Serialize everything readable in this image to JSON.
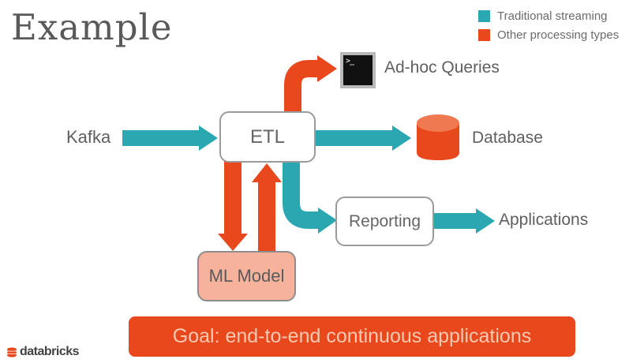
{
  "slide": {
    "title": "Example"
  },
  "legend": {
    "items": [
      {
        "label": "Traditional streaming",
        "color": "#2AA7B0"
      },
      {
        "label": "Other processing types",
        "color": "#E8481C"
      }
    ]
  },
  "diagram": {
    "colors": {
      "streaming_teal": "#2AA7B0",
      "processing_orange": "#E8481C",
      "ml_model_fill": "#F6B29B",
      "database_top": "#EF7A52"
    },
    "nodes": {
      "kafka": {
        "label": "Kafka"
      },
      "etl": {
        "label": "ETL"
      },
      "adhoc_queries": {
        "label": "Ad-hoc Queries"
      },
      "database": {
        "label": "Database"
      },
      "reporting": {
        "label": "Reporting"
      },
      "applications": {
        "label": "Applications"
      },
      "ml_model": {
        "label": "ML Model"
      }
    },
    "icons": {
      "terminal_prompt": ">_"
    },
    "edges": [
      {
        "from": "Kafka",
        "to": "ETL",
        "type": "traditional-streaming"
      },
      {
        "from": "ETL",
        "to": "Ad-hoc Queries",
        "type": "other-processing"
      },
      {
        "from": "ETL",
        "to": "Database",
        "type": "traditional-streaming"
      },
      {
        "from": "ETL",
        "to": "Reporting",
        "type": "traditional-streaming"
      },
      {
        "from": "Reporting",
        "to": "Applications",
        "type": "traditional-streaming"
      },
      {
        "from": "ETL",
        "to": "ML Model",
        "type": "other-processing"
      },
      {
        "from": "ML Model",
        "to": "ETL",
        "type": "other-processing"
      }
    ]
  },
  "banner": {
    "text": "Goal: end-to-end continuous applications",
    "background": "#E8481C",
    "text_color": "#F9C9B2"
  },
  "footer": {
    "brand": "databricks"
  }
}
